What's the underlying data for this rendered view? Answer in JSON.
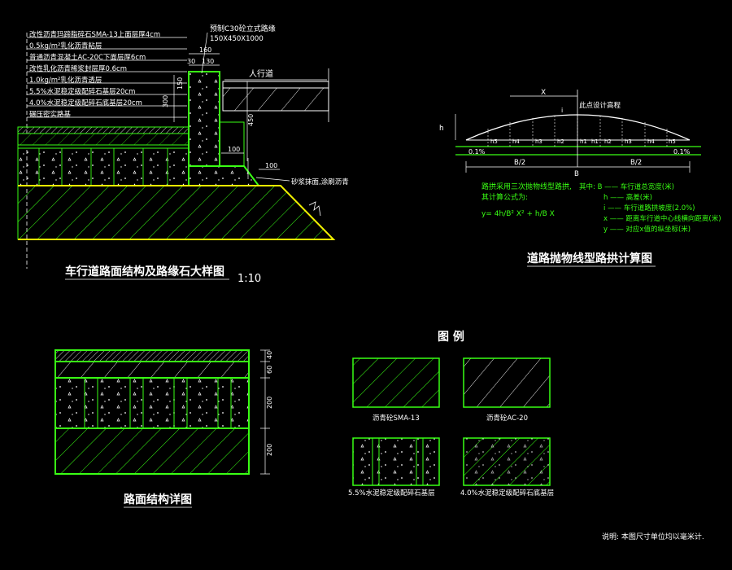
{
  "colors": {
    "background": "#000000",
    "structure_green": "#39ff14",
    "annotation_white": "#ffffff",
    "subgrade_yellow": "#f2f200",
    "dimension_cyan": "#00e5ff",
    "note_green": "#39ff14"
  },
  "detail1": {
    "title": "车行道路面结构及路缘石大样图",
    "scale": "1:10",
    "layers": [
      "改性沥青玛蹄脂碎石SMA-13上面层厚4cm",
      "0.5kg/m²乳化沥青粘层",
      "普通沥青混凝土AC-20C下面层厚6cm",
      "改性乳化沥青稀浆封层厚0.6cm",
      "1.0kg/m²乳化沥青透层",
      "5.5%水泥稳定级配碎石基层20cm",
      "4.0%水泥稳定级配碎石底基层20cm",
      "碾压密实路基"
    ],
    "curb_label": "预制C30砼立式路缘",
    "curb_size": "150X450X1000",
    "sidewalk_label": "人行道",
    "backfill_label": "砂浆抹面,涂刷沥青",
    "dims": {
      "d160": "160",
      "d30": "30",
      "d130": "130",
      "d300": "300",
      "d450": "450",
      "d100a": "100",
      "d100b": "100",
      "d150": "150"
    }
  },
  "detail2": {
    "title": "道路抛物线型路拱计算图",
    "design_elev_label": "此点设计高程",
    "labels": {
      "x": "X",
      "h": "h",
      "i": "i",
      "b2_left": "B/2",
      "b2_right": "B/2",
      "b": "B",
      "slope_left": "0.1%",
      "slope_right": "0.1%",
      "ticks": [
        "h5",
        "h4",
        "h3",
        "h2",
        "h1",
        "h1",
        "h2",
        "h3",
        "h4",
        "h5"
      ]
    },
    "formula_intro": [
      "路拱采用三次抛物线型路拱,",
      "其计算公式为:"
    ],
    "formula": "y= 4h/B² X² + h/B X",
    "legend": [
      "其中: B —— 车行道总宽度(米)",
      "h —— 高差(米)",
      "i —— 车行道路拱坡度(2.0%)",
      "x —— 距离车行道中心线横向距离(米)",
      "y —— 对应x值的纵坐标(米)"
    ]
  },
  "detail3": {
    "title": "路面结构详图",
    "dims": [
      "40",
      "60",
      "200",
      "200"
    ]
  },
  "legend": {
    "title": "图 例",
    "items": [
      "沥青砼SMA-13",
      "沥青砼AC-20",
      "5.5%水泥稳定级配碎石基层",
      "4.0%水泥稳定级配碎石底基层"
    ]
  },
  "note": "说明: 本图尺寸单位均以毫米计."
}
